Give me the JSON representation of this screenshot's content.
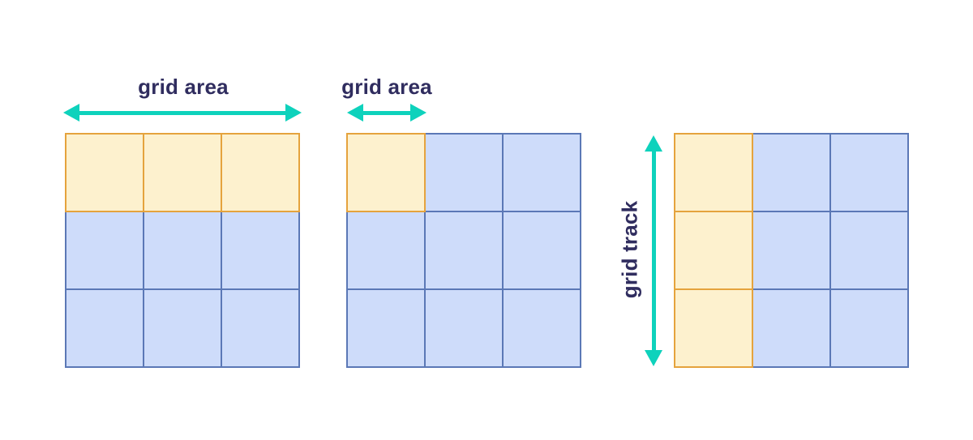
{
  "colors": {
    "highlight_fill": "#FDF1CE",
    "highlight_border": "#E5A33D",
    "base_fill": "#CEDCFA",
    "base_border": "#5B78B6",
    "arrow": "#0ED2BC",
    "text": "#302D5F",
    "background": "#FFFFFF"
  },
  "diagrams": [
    {
      "label": "grid area",
      "highlighted_region": "top row",
      "arrow": {
        "orientation": "horizontal",
        "spans": "full grid width"
      },
      "cells": [
        [
          "highlight",
          "highlight",
          "highlight"
        ],
        [
          "base",
          "base",
          "base"
        ],
        [
          "base",
          "base",
          "base"
        ]
      ]
    },
    {
      "label": "grid area",
      "highlighted_region": "top-left cell",
      "arrow": {
        "orientation": "horizontal",
        "spans": "first column width"
      },
      "cells": [
        [
          "highlight",
          "base",
          "base"
        ],
        [
          "base",
          "base",
          "base"
        ],
        [
          "base",
          "base",
          "base"
        ]
      ]
    },
    {
      "label": "grid track",
      "highlighted_region": "left column",
      "arrow": {
        "orientation": "vertical",
        "spans": "full grid height"
      },
      "cells": [
        [
          "highlight",
          "base",
          "base"
        ],
        [
          "highlight",
          "base",
          "base"
        ],
        [
          "highlight",
          "base",
          "base"
        ]
      ]
    }
  ]
}
